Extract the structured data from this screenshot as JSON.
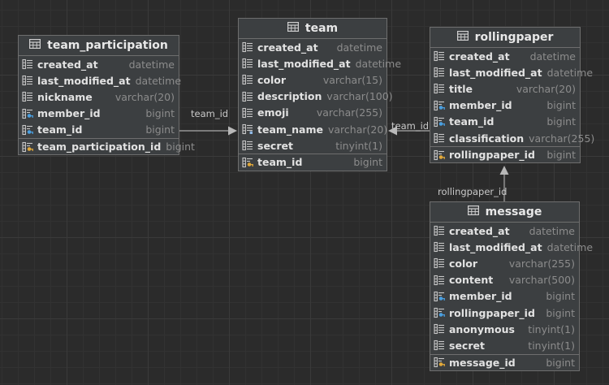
{
  "tables": {
    "team_participation": {
      "name": "team_participation",
      "columns": [
        {
          "name": "created_at",
          "type": "datetime",
          "kind": "column"
        },
        {
          "name": "last_modified_at",
          "type": "datetime",
          "kind": "column"
        },
        {
          "name": "nickname",
          "type": "varchar(20)",
          "kind": "column"
        },
        {
          "name": "member_id",
          "type": "bigint",
          "kind": "fk"
        },
        {
          "name": "team_id",
          "type": "bigint",
          "kind": "fk"
        }
      ],
      "primary_key": {
        "name": "team_participation_id",
        "type": "bigint"
      }
    },
    "team": {
      "name": "team",
      "columns": [
        {
          "name": "created_at",
          "type": "datetime",
          "kind": "column"
        },
        {
          "name": "last_modified_at",
          "type": "datetime",
          "kind": "column"
        },
        {
          "name": "color",
          "type": "varchar(15)",
          "kind": "column"
        },
        {
          "name": "description",
          "type": "varchar(100)",
          "kind": "column"
        },
        {
          "name": "emoji",
          "type": "varchar(255)",
          "kind": "column"
        },
        {
          "name": "team_name",
          "type": "varchar(20)",
          "kind": "index"
        },
        {
          "name": "secret",
          "type": "tinyint(1)",
          "kind": "column"
        }
      ],
      "primary_key": {
        "name": "team_id",
        "type": "bigint"
      }
    },
    "rollingpaper": {
      "name": "rollingpaper",
      "columns": [
        {
          "name": "created_at",
          "type": "datetime",
          "kind": "column"
        },
        {
          "name": "last_modified_at",
          "type": "datetime",
          "kind": "column"
        },
        {
          "name": "title",
          "type": "varchar(20)",
          "kind": "column"
        },
        {
          "name": "member_id",
          "type": "bigint",
          "kind": "fk"
        },
        {
          "name": "team_id",
          "type": "bigint",
          "kind": "fk"
        },
        {
          "name": "classification",
          "type": "varchar(255)",
          "kind": "column"
        }
      ],
      "primary_key": {
        "name": "rollingpaper_id",
        "type": "bigint"
      }
    },
    "message": {
      "name": "message",
      "columns": [
        {
          "name": "created_at",
          "type": "datetime",
          "kind": "column"
        },
        {
          "name": "last_modified_at",
          "type": "datetime",
          "kind": "column"
        },
        {
          "name": "color",
          "type": "varchar(255)",
          "kind": "column"
        },
        {
          "name": "content",
          "type": "varchar(500)",
          "kind": "column"
        },
        {
          "name": "member_id",
          "type": "bigint",
          "kind": "fk"
        },
        {
          "name": "rollingpaper_id",
          "type": "bigint",
          "kind": "fk"
        },
        {
          "name": "anonymous",
          "type": "tinyint(1)",
          "kind": "column"
        },
        {
          "name": "secret",
          "type": "tinyint(1)",
          "kind": "column"
        }
      ],
      "primary_key": {
        "name": "message_id",
        "type": "bigint"
      }
    }
  },
  "relations": [
    {
      "from": "team_participation",
      "to": "team",
      "label": "team_id"
    },
    {
      "from": "rollingpaper",
      "to": "team",
      "label": "team_id"
    },
    {
      "from": "message",
      "to": "rollingpaper",
      "label": "rollingpaper_id"
    }
  ],
  "colors": {
    "background": "#2b2b2b",
    "table_fill": "#3c3f41",
    "border": "#6e6e6e",
    "column_name": "#e2e2e2",
    "column_type": "#8c8c8c",
    "edge": "#a9a9a9",
    "fk_accent": "#4a9fe0",
    "pk_accent": "#e0a83a"
  }
}
